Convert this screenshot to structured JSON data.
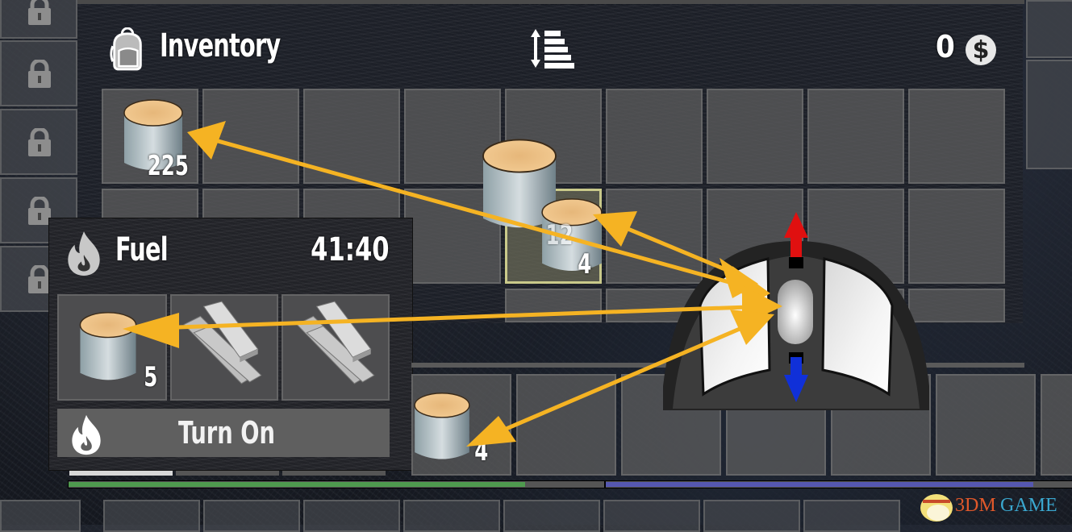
{
  "inventory": {
    "title": "Inventory",
    "icon": "backpack-icon",
    "sort_icon": "sort-icon",
    "currency_amount": "0",
    "currency_icon": "coin-dollar-icon",
    "grid": {
      "columns": 9,
      "rows_visible": 3,
      "items": [
        {
          "slot": 0,
          "item": "wood-log",
          "count": "225"
        },
        {
          "slot": 13,
          "item": "wood-log",
          "count": "4",
          "selected": true,
          "dragging_count": "12"
        }
      ]
    }
  },
  "locked_slots": {
    "count": 5,
    "icon": "lock-icon"
  },
  "fuel": {
    "title": "Fuel",
    "icon": "flame-icon",
    "timer": "41:40",
    "slots": [
      {
        "item": "wood-log",
        "count": "5"
      },
      {
        "item": "wood-planks",
        "count": ""
      },
      {
        "item": "wood-planks",
        "count": ""
      }
    ],
    "toggle_button": {
      "label": "Turn On",
      "icon": "flame-icon"
    }
  },
  "toolbelt": {
    "slots": [
      {
        "item": "wood-log",
        "count": "4"
      },
      {
        "item": "",
        "count": ""
      },
      {
        "item": "",
        "count": ""
      },
      {
        "item": "",
        "count": ""
      },
      {
        "item": "",
        "count": ""
      },
      {
        "item": "",
        "count": ""
      }
    ],
    "health_bar_color": "#4e9a4e",
    "stamina_bar_color": "#5557b0",
    "health_pct": 88,
    "stamina_pct": 85
  },
  "tutorial_overlay": {
    "mouse_icon": "mouse-scroll-wheel-icon",
    "scroll_up_color": "#e01010",
    "scroll_down_color": "#1030d8",
    "arrow_color": "#f5b323"
  },
  "watermark": {
    "text_part1": "3DM",
    "text_part2": "GAME",
    "color1": "#e0582a",
    "color2": "#3aa7cf"
  }
}
